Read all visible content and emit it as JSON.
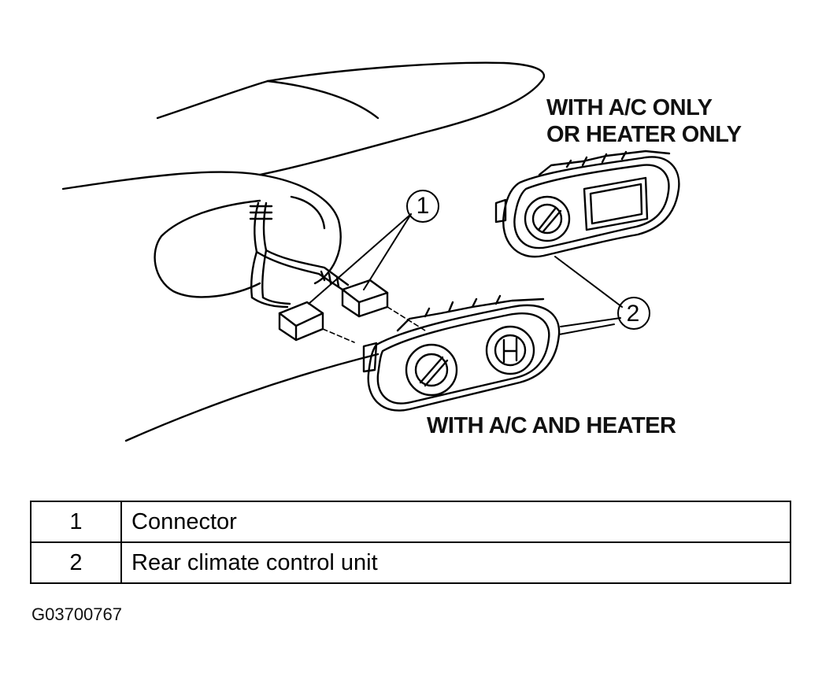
{
  "diagram": {
    "label_ac_only_line1": "WITH A/C ONLY",
    "label_ac_only_line2": "OR HEATER ONLY",
    "label_ac_and_heater": "WITH A/C AND HEATER",
    "callouts": [
      "1",
      "2"
    ]
  },
  "legend": {
    "rows": [
      {
        "number": "1",
        "description": "Connector"
      },
      {
        "number": "2",
        "description": "Rear climate control unit"
      }
    ]
  },
  "figure_id": "G03700767"
}
